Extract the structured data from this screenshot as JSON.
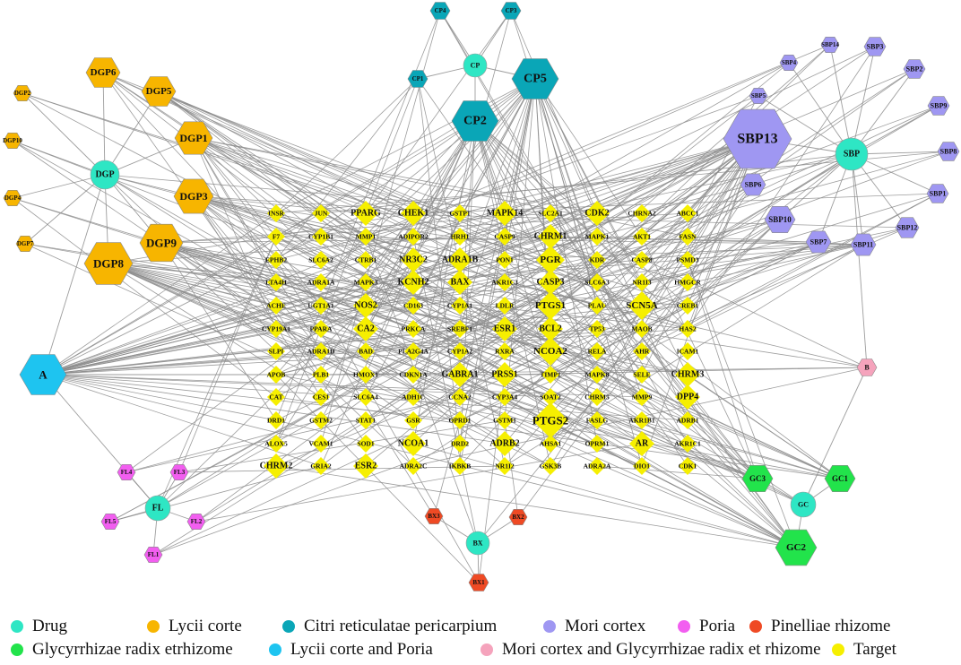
{
  "colors": {
    "edge": "#8c8c8c",
    "drug": "#2ee6c4",
    "lycii": "#f7b500",
    "citri": "#0aa6b7",
    "mori": "#9f97f2",
    "poria": "#f25ef0",
    "pinellia": "#ef4a24",
    "glycyrrhizae": "#22e34b",
    "lycii_poria": "#1ec4f0",
    "mori_glyc": "#f5a3bc",
    "target": "#f6ef00"
  },
  "legend": [
    {
      "label": "Drug",
      "color": "#2ee6c4"
    },
    {
      "label": "Lycii corte",
      "color": "#f7b500"
    },
    {
      "label": "Citri reticulatae pericarpium",
      "color": "#0aa6b7"
    },
    {
      "label": "Mori cortex",
      "color": "#9f97f2"
    },
    {
      "label": "Poria",
      "color": "#f25ef0"
    },
    {
      "label": "Pinelliae rhizome",
      "color": "#ef4a24"
    },
    {
      "label": "Glycyrrhizae radix etrhizome",
      "color": "#22e34b"
    },
    {
      "label": "Lycii corte and Poria",
      "color": "#1ec4f0"
    },
    {
      "label": "Mori cortex and Glycyrrhizae radix et rhizome",
      "color": "#f5a3bc"
    },
    {
      "label": "Target",
      "color": "#f6ef00"
    }
  ],
  "drugs": [
    "DGP",
    "CP",
    "SBP",
    "FL",
    "BX",
    "GC"
  ],
  "groups": {
    "DGP": [
      "DGP6",
      "DGP5",
      "DGP2",
      "DGP1",
      "DGP10",
      "DGP3",
      "DGP4",
      "DGP7",
      "DGP9",
      "DGP8"
    ],
    "CP": [
      "CP4",
      "CP3",
      "CP1",
      "CP5",
      "CP2"
    ],
    "SBP": [
      "SBP14",
      "SBP4",
      "SBP3",
      "SBP2",
      "SBP5",
      "SBP9",
      "SBP13",
      "SBP8",
      "SBP6",
      "SBP1",
      "SBP10",
      "SBP12",
      "SBP7",
      "SBP11"
    ],
    "FL": [
      "FL4",
      "FL3",
      "FL5",
      "FL2",
      "FL1"
    ],
    "BX": [
      "BX3",
      "BX2",
      "BX1"
    ],
    "GC": [
      "GC3",
      "GC1",
      "GC2"
    ]
  },
  "shared": [
    "A",
    "B"
  ],
  "targets": [
    [
      "INSR",
      "JUN",
      "PPARG",
      "CHEK1",
      "GSTP1",
      "MAPK14",
      "SLC2A1",
      "CDK2",
      "CHRNA2",
      "ABCC1"
    ],
    [
      "F7",
      "CYP1B1",
      "MMP1",
      "ADIPOR2",
      "HRH1",
      "CASP9",
      "CHRM1",
      "MAPK1",
      "AKT1",
      "FASN"
    ],
    [
      "EPHB2",
      "SLC6A2",
      "CTRB1",
      "NR3C2",
      "ADRA1B",
      "PON1",
      "PGR",
      "KDR",
      "CASP8",
      "PSMD3"
    ],
    [
      "LTA4H",
      "ADRA1A",
      "MAPK3",
      "KCNH2",
      "BAX",
      "AKR1C3",
      "CASP3",
      "SLC6A3",
      "NR1I3",
      "HMGCR"
    ],
    [
      "ACHE",
      "UGT1A1",
      "NOS2",
      "CD163",
      "CYP1A1",
      "LDLR",
      "PTGS1",
      "PLAU",
      "SCN5A",
      "CREB1"
    ],
    [
      "CYP19A1",
      "PPARA",
      "CA2",
      "PRKCA",
      "SREBF1",
      "ESR1",
      "BCL2",
      "TP53",
      "MAOB",
      "HAS2"
    ],
    [
      "SLPI",
      "ADRA1D",
      "BAD",
      "PLA2G4A",
      "CYP1A2",
      "RXRA",
      "NCOA2",
      "RELA",
      "AHR",
      "ICAM1"
    ],
    [
      "APOB",
      "PLB1",
      "HMOX1",
      "CDKN1A",
      "GABRA1",
      "PRSS1",
      "TIMP1",
      "MAPK8",
      "SELE",
      "CHRM3"
    ],
    [
      "CAT",
      "CES1",
      "SLC6A4",
      "ADH1C",
      "CCNA2",
      "CYP3A4",
      "SOAT2",
      "CHRM5",
      "MMP9",
      "DPP4"
    ],
    [
      "DRD1",
      "GSTM2",
      "STAT1",
      "GSR",
      "OPRD1",
      "GSTM1",
      "PTGS2",
      "FASLG",
      "AKR1B1",
      "ADRB1"
    ],
    [
      "ALOX5",
      "VCAM1",
      "SOD1",
      "NCOA1",
      "DRD2",
      "ADRB2",
      "AHSA1",
      "OPRM1",
      "AR",
      "AKR1C1"
    ],
    [
      "CHRM2",
      "GRIA2",
      "ESR2",
      "ADRA2C",
      "IKBKB",
      "NR1I2",
      "GSK3B",
      "ADRA2A",
      "DIO1",
      "CDK1"
    ]
  ]
}
